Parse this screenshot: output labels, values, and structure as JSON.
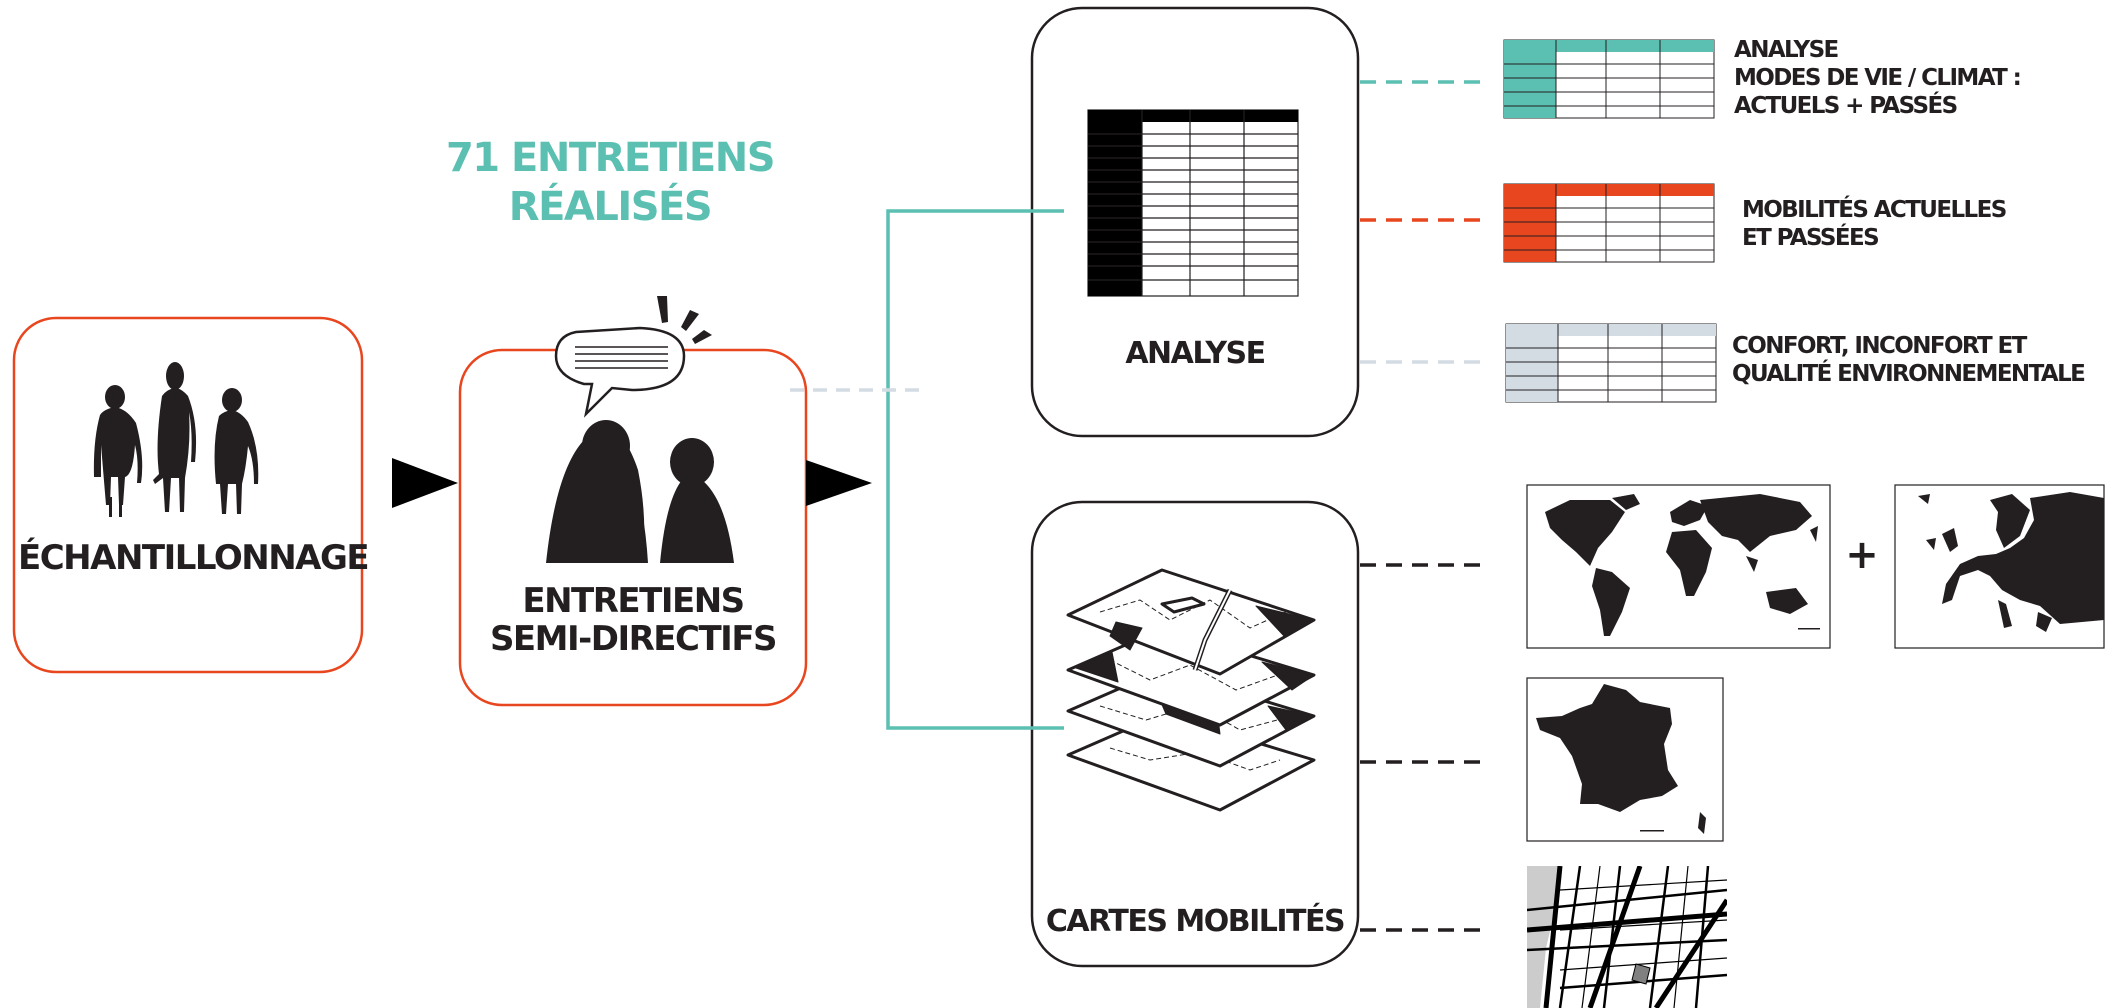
{
  "header": {
    "interviews_line1": "71 ENTRETIENS",
    "interviews_line2": "RÉALISÉS"
  },
  "steps": {
    "sampling": "ÉCHANTILLONNAGE",
    "interviews_line1": "ENTRETIENS",
    "interviews_line2": "SEMI-DIRECTIFS",
    "analysis": "ANALYSE",
    "maps": "CARTES MOBILITÉS"
  },
  "analysis_outputs": [
    {
      "line1": "ANALYSE",
      "line2": "MODES DE VIE / CLIMAT :",
      "line3": "ACTUELS + PASSÉS"
    },
    {
      "line1": "MOBILITÉS ACTUELLES",
      "line2": "ET PASSÉES"
    },
    {
      "line1": "CONFORT, INCONFORT ET",
      "line2": "QUALITÉ ENVIRONNEMENTALE"
    }
  ],
  "map_outputs": {
    "plus_sign": "+",
    "scales": [
      "world",
      "europe",
      "france",
      "city"
    ]
  },
  "icons": [
    "people-group-icon",
    "speech-bubble-icon",
    "exclamation-marks-icon",
    "interview-people-icon",
    "table-icon",
    "layered-maps-icon",
    "world-map-icon",
    "europe-map-icon",
    "france-map-icon",
    "city-street-map-icon"
  ],
  "colors": {
    "dark": "#231f20",
    "teal": "#5bbfb2",
    "orange_red": "#e8461e",
    "light_grey": "#d3dce3",
    "box_border_red": "#e8461e"
  }
}
